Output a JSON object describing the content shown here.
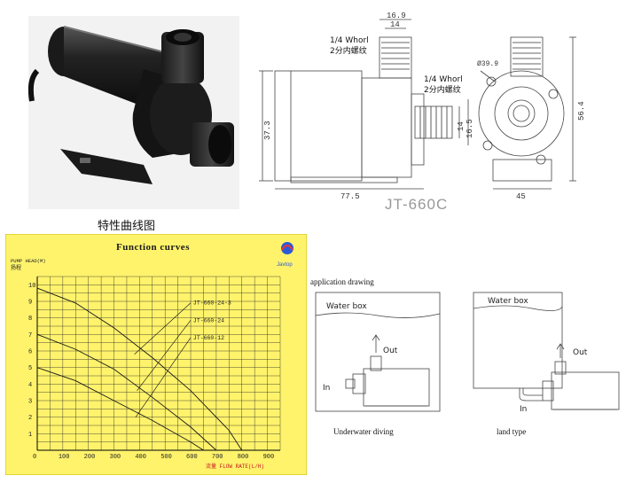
{
  "technical_drawing": {
    "thread_top_label_1": "1/4 Whorl",
    "thread_top_label_2": "2分内螺纹",
    "thread_side_label_1": "1/4 Whorl",
    "thread_side_label_2": "2分内螺纹",
    "dim_16_9": "16.9",
    "dim_14_top": "14",
    "dim_37_3": "37.3",
    "dim_77_5": "77.5",
    "dim_16_5": "16.5",
    "dim_14_side": "14",
    "dim_dia": "Ø39.9",
    "dim_56_4": "56.4",
    "dim_45": "45",
    "model": "JT-660C"
  },
  "section_title": "特性曲线图",
  "chart_data": {
    "type": "line",
    "title": "Function curves",
    "ylabel_line1": "PUMP HEAD(M)",
    "ylabel_line2": "扬程",
    "xlabel": "流量 FLOW RATE(L/H)",
    "brand": "Javtop",
    "x_ticks": [
      "0",
      "100",
      "200",
      "300",
      "400",
      "500",
      "600",
      "700",
      "800",
      "900"
    ],
    "y_ticks": [
      "1",
      "2",
      "3",
      "4",
      "5",
      "6",
      "7",
      "8",
      "9",
      "10"
    ],
    "xlim": [
      0,
      950
    ],
    "ylim": [
      0,
      10.5
    ],
    "series": [
      {
        "name": "JT-660-24-3",
        "x": [
          0,
          150,
          300,
          450,
          600,
          750,
          800
        ],
        "y": [
          9.8,
          8.9,
          7.4,
          5.6,
          3.6,
          1.2,
          0
        ]
      },
      {
        "name": "JT-660-24",
        "x": [
          0,
          150,
          300,
          450,
          600,
          700
        ],
        "y": [
          7.0,
          6.1,
          4.9,
          3.2,
          1.4,
          0
        ]
      },
      {
        "name": "JT-660-12",
        "x": [
          0,
          150,
          300,
          450,
          600,
          650
        ],
        "y": [
          5.0,
          4.2,
          3.0,
          1.8,
          0.5,
          0
        ]
      }
    ]
  },
  "application": {
    "title": "application drawing",
    "box_label_left": "Water box",
    "box_label_right": "Water box",
    "out_left": "Out",
    "out_right": "Out",
    "in_left": "In",
    "in_right": "In",
    "caption_left": "Underwater diving",
    "caption_right": "land type"
  }
}
